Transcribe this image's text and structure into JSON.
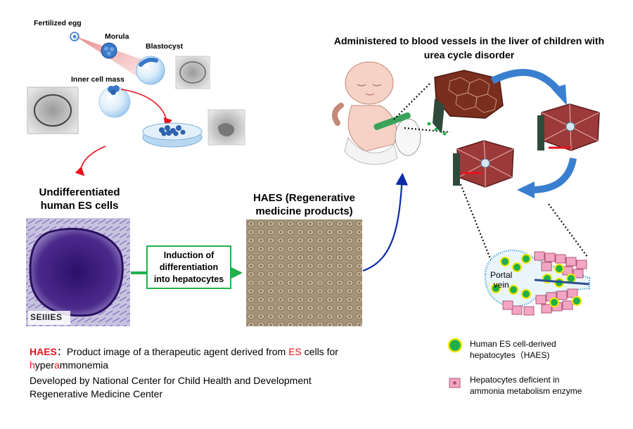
{
  "labels": {
    "fertilized_egg": "Fertilized egg",
    "morula": "Morula",
    "blastocyst": "Blastocyst",
    "inner_cell_mass": "Inner cell mass",
    "undiff_line1": "Undifferentiated",
    "undiff_line2": "human ES cells",
    "haes_line1": "HAES (Regenerative",
    "haes_line2": "medicine products)",
    "induction_line1": "Induction of",
    "induction_line2": "differentiation",
    "induction_line3": "into hepatocytes",
    "logo": "SEIIIES",
    "portal_vein_line1": "Portal",
    "portal_vein_line2": "vein"
  },
  "title": {
    "line1": "Administered to blood vessels in the liver of children with",
    "line2": "urea cycle disorder"
  },
  "caption": {
    "haes_red": "HAES",
    "haes_rest": "：Product image of a therapeutic agent derived from ",
    "es_red": "ES",
    "cells_for": " cells for",
    "h_red": "h",
    "yper": "yper",
    "a_red": "a",
    "mmonemia": "mmonemia",
    "line3": "Developed by National Center for Child Health and Development",
    "line4": "Regenerative Medicine Center"
  },
  "legend": [
    {
      "icon": "green-hepatocyte-icon",
      "line1": "Human ES cell-derived",
      "line2": "hepatocytes（HAES)"
    },
    {
      "icon": "pink-hepatocyte-icon",
      "line1": "Hepatocytes deficient in",
      "line2": "ammonia metabolism enzyme"
    }
  ],
  "colors": {
    "red": "#e8111c",
    "green": "#22b04b",
    "blue": "#0b2aa8",
    "cell_blue": "#3a78c9",
    "liver_brown": "#7a2e1e",
    "stain_purple": "#4b2a8c",
    "haes_green": "#1fb04a",
    "haes_ring": "#f3e600",
    "pink_cell": "#f3a6c3"
  }
}
